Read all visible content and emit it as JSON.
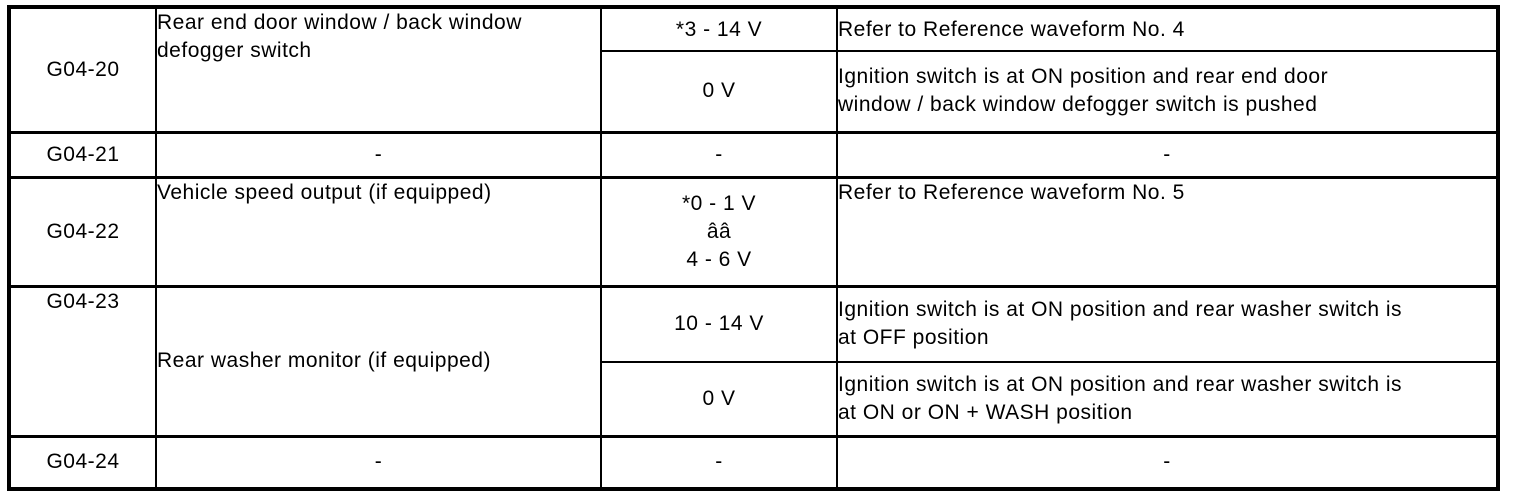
{
  "table": {
    "name": "Connector G04 terminal voltage table",
    "colors": {
      "border": "#000000",
      "text": "#000000",
      "background": "#ffffff"
    },
    "rows": [
      {
        "terminal": "G04-20",
        "description": "Rear end door window / back window\ndefogger switch",
        "measurements": [
          {
            "voltage": "*3 - 14 V",
            "condition": "Refer to Reference waveform No. 4"
          },
          {
            "voltage": "0 V",
            "condition": "Ignition switch is at ON position and rear end door\nwindow / back window defogger switch is pushed"
          }
        ]
      },
      {
        "terminal": "G04-21",
        "description": "-",
        "measurements": [
          {
            "voltage": "-",
            "condition": "-"
          }
        ]
      },
      {
        "terminal": "G04-22",
        "description": "Vehicle speed output (if equipped)",
        "measurements": [
          {
            "voltage": "*0 - 1 V\nââ\n4 - 6 V",
            "condition": "Refer to Reference waveform No. 5"
          }
        ]
      },
      {
        "terminal": "G04-23",
        "description": "Rear washer monitor (if equipped)",
        "measurements": [
          {
            "voltage": "10 - 14 V",
            "condition": "Ignition switch is at ON position and rear washer switch is\nat OFF position"
          },
          {
            "voltage": "0 V",
            "condition": "Ignition switch is at ON position and rear washer switch is\nat ON or ON + WASH position"
          }
        ]
      },
      {
        "terminal": "G04-24",
        "description": "-",
        "measurements": [
          {
            "voltage": "-",
            "condition": "-"
          }
        ]
      }
    ]
  }
}
